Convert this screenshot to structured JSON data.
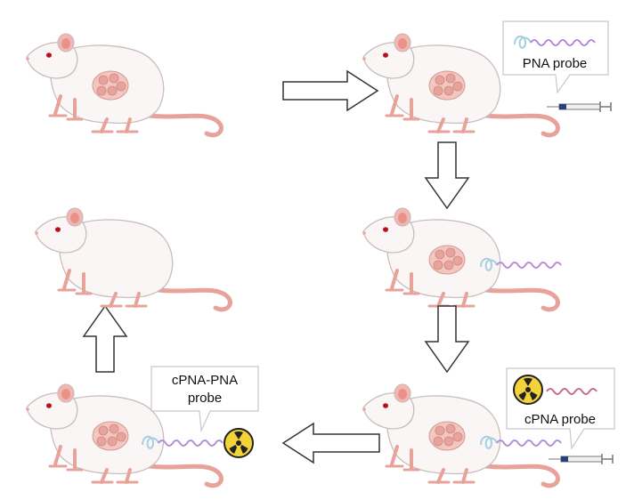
{
  "diagram": {
    "callouts": {
      "pna_probe": "PNA probe",
      "cpna_probe": "cPNA probe",
      "cpna_pna_probe_line1": "cPNA-PNA",
      "cpna_pna_probe_line2": "probe"
    },
    "colors": {
      "mouse_body": "#fbf6f6",
      "mouse_outline": "#c9bdbd",
      "ear_inner": "#f3b6b0",
      "tail": "#e7a39a",
      "eye": "#b5121b",
      "tumor": "#e7a39c",
      "pna_strand": "#b68ad6",
      "cpna_hook": "#a7cfe4",
      "radiation_fill": "#f3d23a",
      "arrow_fill": "#ffffff",
      "arrow_stroke": "#333333"
    },
    "icons": [
      "mouse-icon",
      "tumor-icon",
      "syringe-icon",
      "radiation-icon",
      "pna-probe-icon",
      "arrow-icon"
    ]
  }
}
